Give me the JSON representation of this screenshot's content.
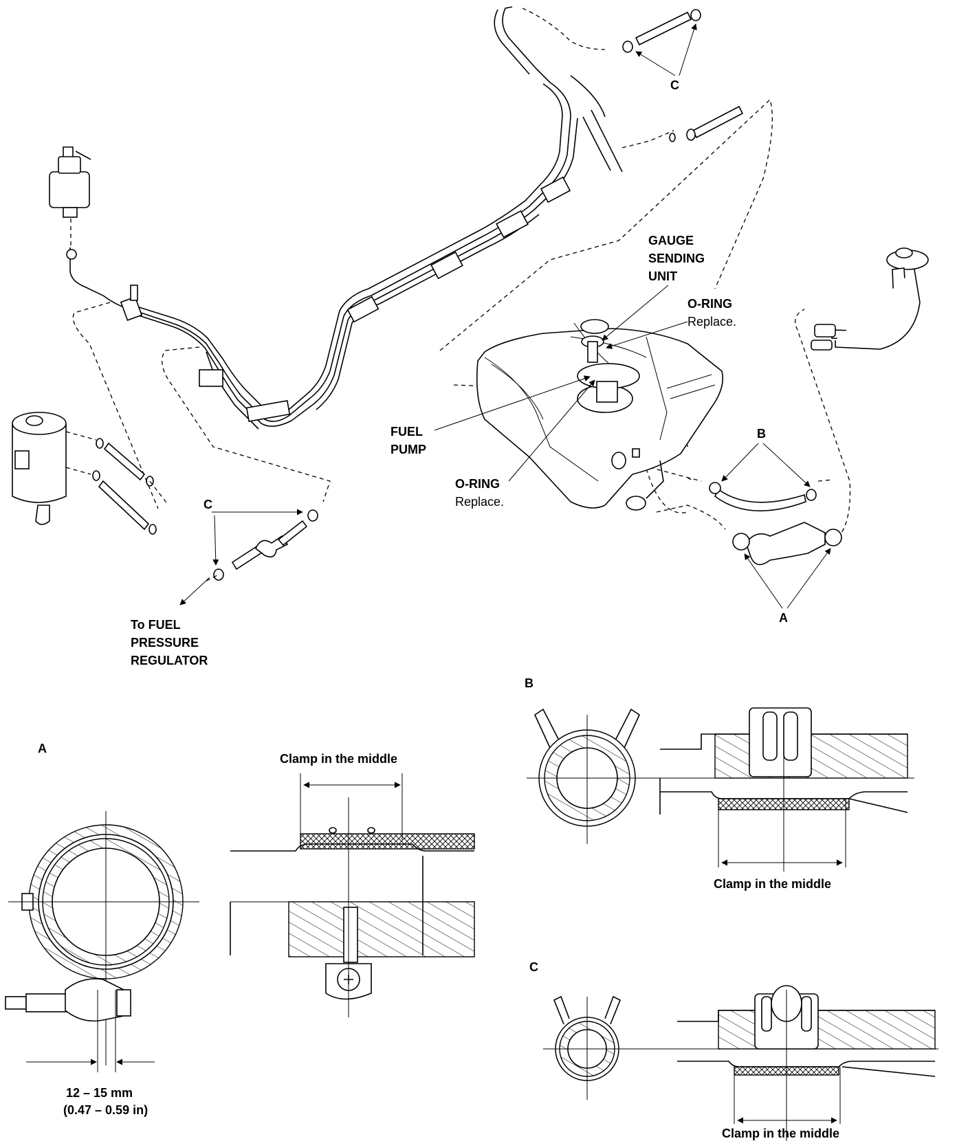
{
  "labels": {
    "gauge_sending_unit": [
      "GAUGE",
      "SENDING",
      "UNIT"
    ],
    "o_ring_top": "O-RING",
    "o_ring_top_note": "Replace.",
    "fuel_pump": [
      "FUEL",
      "PUMP"
    ],
    "o_ring_bottom": "O-RING",
    "o_ring_bottom_note": "Replace.",
    "to_fuel_regulator": [
      "To FUEL",
      "PRESSURE",
      "REGULATOR"
    ],
    "callout_a": "A",
    "callout_b": "B",
    "callout_c_top": "C",
    "callout_c_left": "C"
  },
  "details": {
    "a": {
      "letter": "A",
      "clamp_note": "Clamp in the middle",
      "dimension": "12 – 15 mm",
      "dimension_imperial": "(0.47 – 0.59 in)"
    },
    "b": {
      "letter": "B",
      "clamp_note": "Clamp in the middle"
    },
    "c": {
      "letter": "C",
      "clamp_note": "Clamp in the middle"
    }
  }
}
